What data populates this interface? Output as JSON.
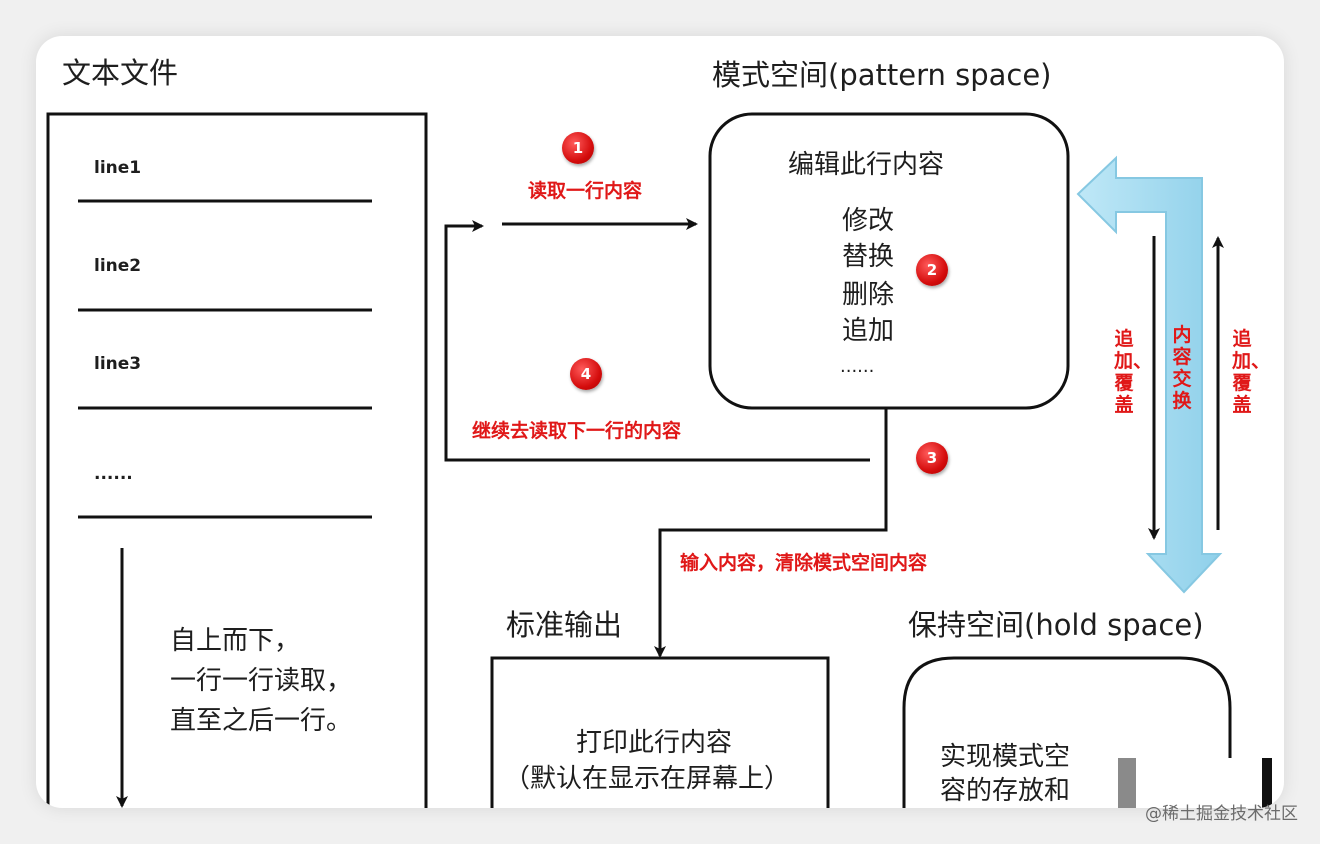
{
  "text_file": {
    "title": "文本文件",
    "lines": [
      "line1",
      "line2",
      "line3",
      "......"
    ],
    "note": [
      "自上而下，",
      "一行一行读取，",
      "直至之后一行。"
    ]
  },
  "pattern_space": {
    "title": "模式空间(pattern space)",
    "box_title": "编辑此行内容",
    "ops": [
      "修改",
      "替换",
      "删除",
      "追加",
      "......"
    ]
  },
  "steps": [
    {
      "num": "1",
      "label": "读取一行内容"
    },
    {
      "num": "2",
      "label": ""
    },
    {
      "num": "3",
      "label": "输入内容，清除模式空间内容"
    },
    {
      "num": "4",
      "label": "继续去读取下一行的内容"
    }
  ],
  "swap": {
    "exchange": "内容交换",
    "append_left": "追加、覆盖",
    "append_right": "追加、覆盖"
  },
  "stdout": {
    "title": "标准输出",
    "line1": "打印此行内容",
    "line2": "（默认在显示在屏幕上）"
  },
  "hold_space": {
    "title": "保持空间(hold space)",
    "line1": "实现模式空",
    "line2": "容的存放和"
  },
  "watermark": "@稀土掘金技术社区",
  "colors": {
    "red": "#e01818",
    "blue_arrow": "#a9dff2",
    "line": "#111111"
  }
}
